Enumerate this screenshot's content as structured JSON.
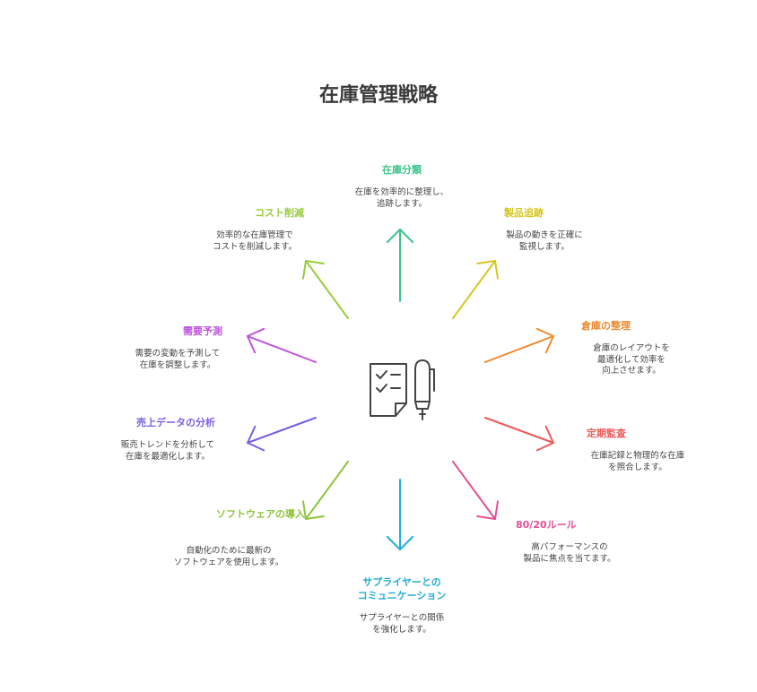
{
  "title": "在庫管理戦略",
  "nodes": [
    {
      "key": "n1",
      "title": "在庫分類",
      "desc": "在庫を効率的に整理し、\n追跡します。",
      "color": "#3cc48a"
    },
    {
      "key": "n2",
      "title": "製品追跡",
      "desc": "製品の動きを正確に\n監視します。",
      "color": "#d7c61e"
    },
    {
      "key": "n3",
      "title": "倉庫の整理",
      "desc": "倉庫のレイアウトを\n最適化して効率を\n向上させます。",
      "color": "#ee8a2e"
    },
    {
      "key": "n4",
      "title": "定期監査",
      "desc": "在庫記録と物理的な在庫\nを照合します。",
      "color": "#ef5a5a"
    },
    {
      "key": "n5",
      "title": "80/20ルール",
      "desc": "高パフォーマンスの\n製品に焦点を当てます。",
      "color": "#e54f96"
    },
    {
      "key": "n6",
      "title": "サプライヤーとの\nコミュニケーション",
      "desc": "サプライヤーとの関係\nを強化します。",
      "color": "#22aed6"
    },
    {
      "key": "n7",
      "title": "ソフトウェアの導入",
      "desc": "自動化のために最新の\nソフトウェアを使用します。",
      "color": "#8fc43c"
    },
    {
      "key": "n8",
      "title": "売上データの分析",
      "desc": "販売トレンドを分析して\n在庫を最適化します。",
      "color": "#7b5fe0"
    },
    {
      "key": "n9",
      "title": "需要予測",
      "desc": "需要の変動を予測して\n在庫を調整します。",
      "color": "#c052e0"
    },
    {
      "key": "n10",
      "title": "コスト削減",
      "desc": "効率的な在庫管理で\nコストを削減します。",
      "color": "#97cc3d"
    }
  ],
  "center_icon": "checklist-and-pen-icon"
}
